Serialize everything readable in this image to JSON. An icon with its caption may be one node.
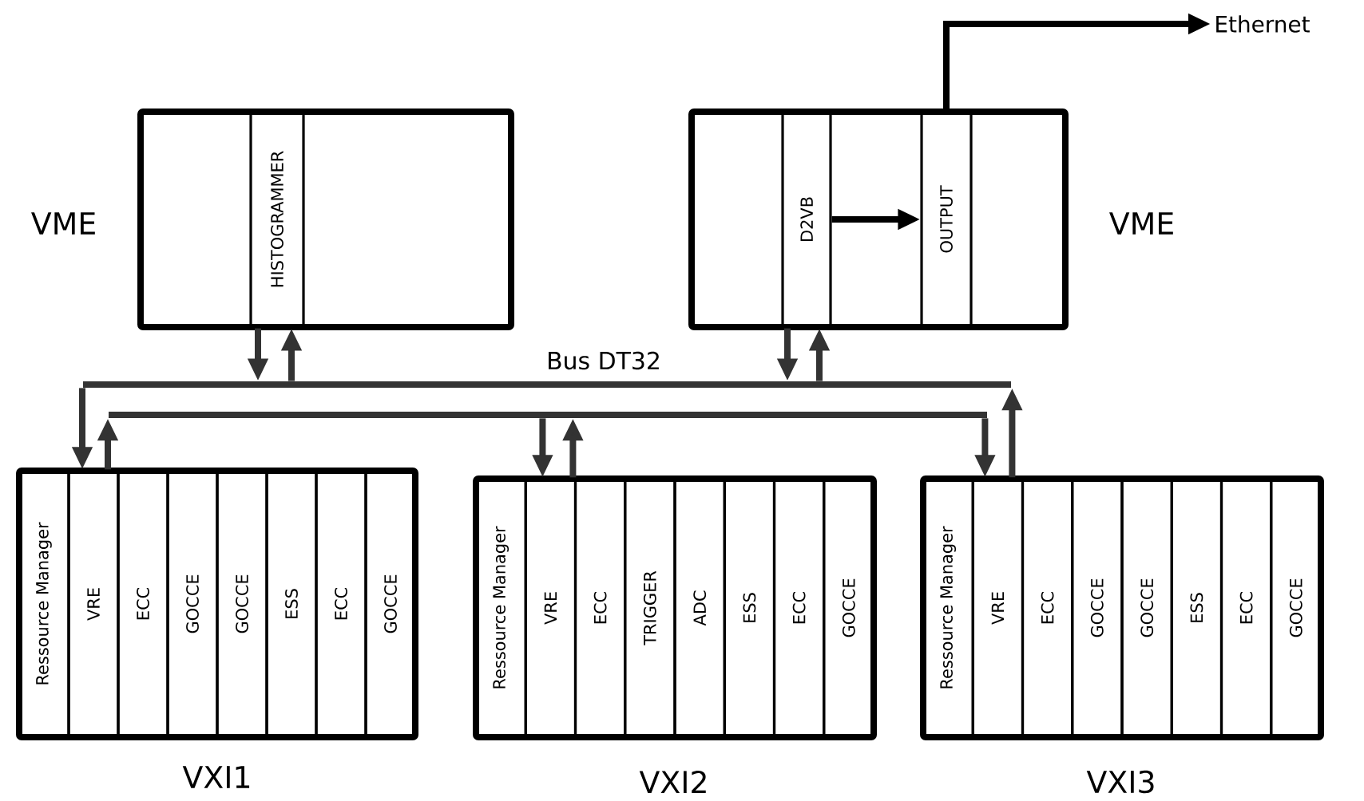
{
  "diagram": {
    "nodes": [
      {
        "text": [],
        "shape": "box",
        "beside": [
          "VME"
        ]
      },
      {
        "text": [
          "HISTOGRAMMER"
        ],
        "in": 0
      },
      {
        "text": [],
        "shape": "box",
        "beside": [
          "VME"
        ]
      },
      {
        "text": [
          "D2VB"
        ],
        "in": 2
      },
      {
        "text": [
          "OUTPUT"
        ],
        "in": 2
      },
      {
        "text": [],
        "shape": "bar",
        "beside": [
          "Bus DT32"
        ]
      },
      {
        "text": [],
        "shape": "bar"
      },
      {
        "text": [],
        "shape": "box",
        "beside": [
          "VXI1"
        ]
      },
      {
        "text": [
          "Ressource Manager"
        ],
        "in": 7
      },
      {
        "text": [
          "VRE"
        ],
        "in": 7
      },
      {
        "text": [
          "ECC"
        ],
        "in": 7
      },
      {
        "text": [
          "GOCCE"
        ],
        "in": 7
      },
      {
        "text": [
          "GOCCE"
        ],
        "in": 7
      },
      {
        "text": [
          "ESS"
        ],
        "in": 7
      },
      {
        "text": [
          "ECC"
        ],
        "in": 7
      },
      {
        "text": [
          "GOCCE"
        ],
        "in": 7
      },
      {
        "text": [],
        "shape": "box",
        "beside": [
          "VXI2"
        ]
      },
      {
        "text": [
          "Ressource Manager"
        ],
        "in": 16
      },
      {
        "text": [
          "VRE"
        ],
        "in": 16
      },
      {
        "text": [
          "ECC"
        ],
        "in": 16
      },
      {
        "text": [
          "TRIGGER"
        ],
        "in": 16
      },
      {
        "text": [
          "ADC"
        ],
        "in": 16
      },
      {
        "text": [
          "ESS"
        ],
        "in": 16
      },
      {
        "text": [
          "ECC"
        ],
        "in": 16
      },
      {
        "text": [
          "GOCCE"
        ],
        "in": 16
      },
      {
        "text": [],
        "shape": "box",
        "beside": [
          "VXI3"
        ]
      },
      {
        "text": [
          "Ressource Manager"
        ],
        "in": 25
      },
      {
        "text": [
          "VRE"
        ],
        "in": 25
      },
      {
        "text": [
          "ECC"
        ],
        "in": 25
      },
      {
        "text": [
          "GOCCE"
        ],
        "in": 25
      },
      {
        "text": [
          "GOCCE"
        ],
        "in": 25
      },
      {
        "text": [
          "ESS"
        ],
        "in": 25
      },
      {
        "text": [
          "ECC"
        ],
        "in": 25
      },
      {
        "text": [
          "GOCCE"
        ],
        "in": 25
      },
      {
        "text": [
          "Ethernet"
        ]
      }
    ],
    "edges": [
      {
        "from": 1,
        "to": 5,
        "arrow": "to"
      },
      {
        "from": 5,
        "to": 1,
        "arrow": "to"
      },
      {
        "from": 3,
        "to": 5,
        "arrow": "to"
      },
      {
        "from": 5,
        "to": 3,
        "arrow": "to"
      },
      {
        "from": 3,
        "to": 4,
        "arrow": "to",
        "color": "#000000"
      },
      {
        "from": 4,
        "to": 34,
        "arrow": "to",
        "color": "#000000"
      },
      {
        "from": 5,
        "to": 9,
        "arrow": "to"
      },
      {
        "from": 9,
        "to": 6,
        "arrow": "to"
      },
      {
        "from": 6,
        "to": 18,
        "arrow": "to"
      },
      {
        "from": 18,
        "to": 6,
        "arrow": "to"
      },
      {
        "from": 6,
        "to": 27,
        "arrow": "to"
      },
      {
        "from": 27,
        "to": 5,
        "arrow": "to"
      }
    ]
  }
}
